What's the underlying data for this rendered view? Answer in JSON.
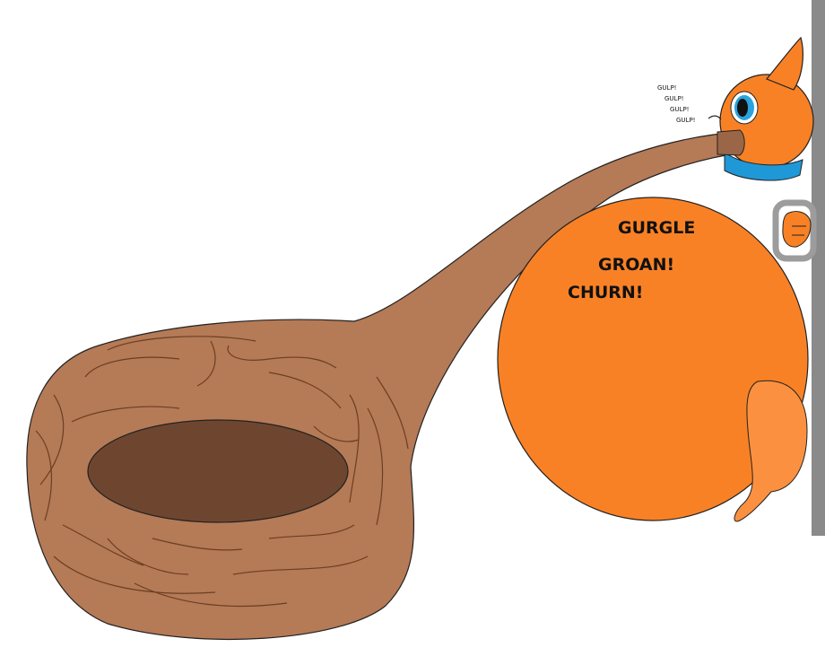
{
  "sound_effects": {
    "gulps": [
      "GULP!",
      "GULP!",
      "GULP!",
      "GULP!"
    ],
    "gurgle": "GURGLE",
    "groan": "GROAN!",
    "churn": "CHURN!"
  },
  "colors": {
    "fur": "#f98125",
    "fur_light": "#fb9140",
    "collar": "#1f98d8",
    "tube": "#b57a56",
    "tube_lines": "#6b3f22",
    "hole": "#6e4630",
    "wall": "#8a8a8a",
    "eye_iris": "#2aa3de",
    "handle": "#9c9c9c"
  },
  "icons": [
    "kangaroo-character",
    "giant-tube-funnel",
    "wall-handle"
  ]
}
